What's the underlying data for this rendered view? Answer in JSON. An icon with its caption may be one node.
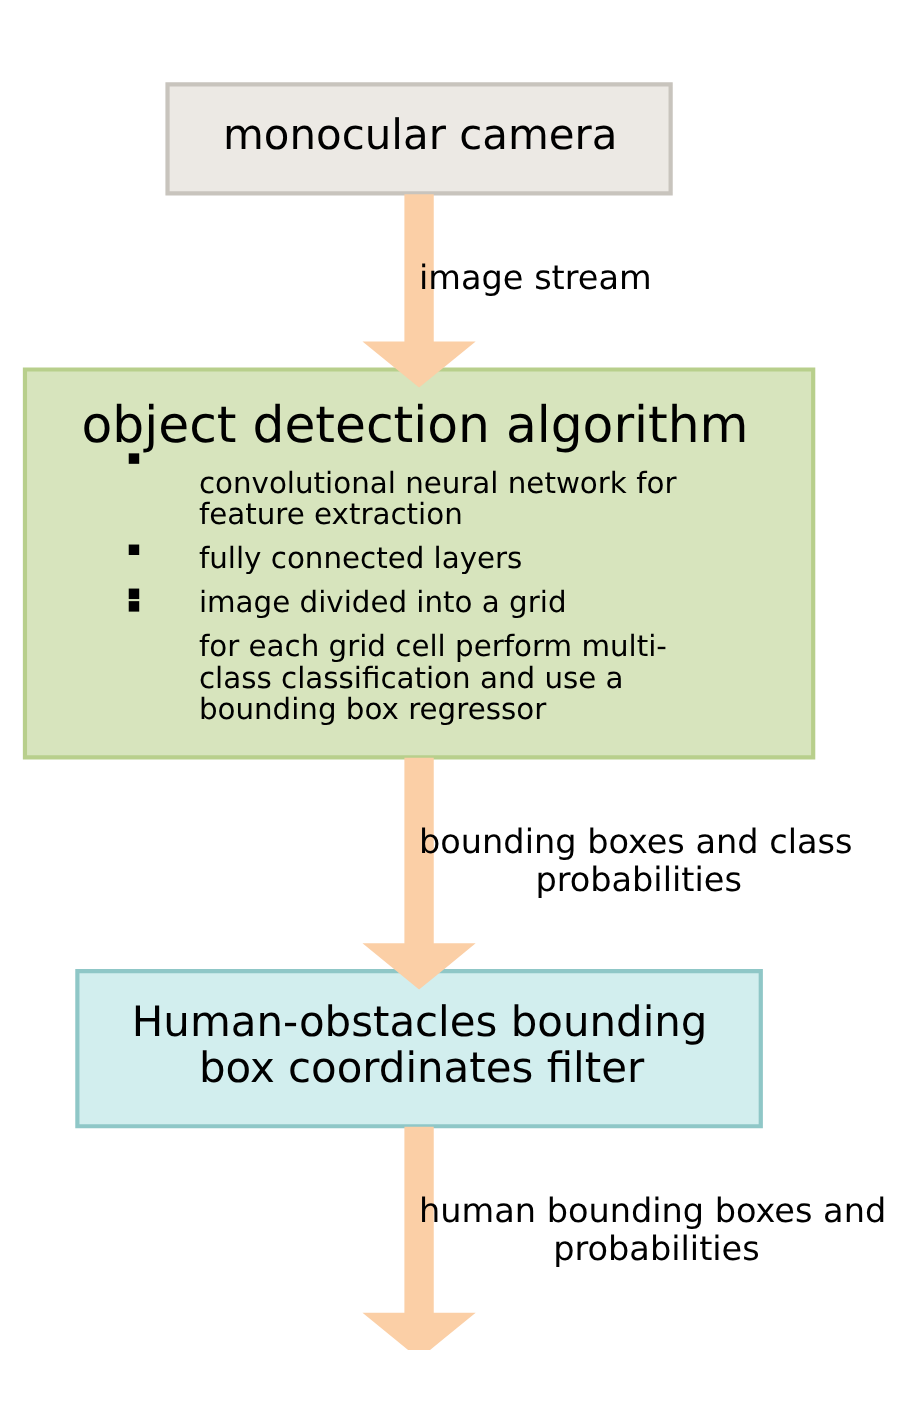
{
  "diagram": {
    "nodes": [
      {
        "text": [
          "monocular camera"
        ]
      },
      {
        "text": [
          "object detection algorithm",
          "convolutional neural network for feature extraction",
          "fully connected layers",
          "image divided into a grid",
          "for each grid cell perform multi-class classification and use a bounding box regressor"
        ]
      },
      {
        "text": [
          "Human-obstacles bounding box coordinates filter"
        ]
      }
    ],
    "edges": [
      {
        "from": 0,
        "to": 1,
        "arrow": "to",
        "label": "image stream"
      },
      {
        "from": 1,
        "to": 2,
        "arrow": "to",
        "label": "bounding boxes and class probabilities"
      },
      {
        "from": 2,
        "to": null,
        "arrow": "to",
        "label": "human bounding boxes and probabilities"
      }
    ]
  }
}
